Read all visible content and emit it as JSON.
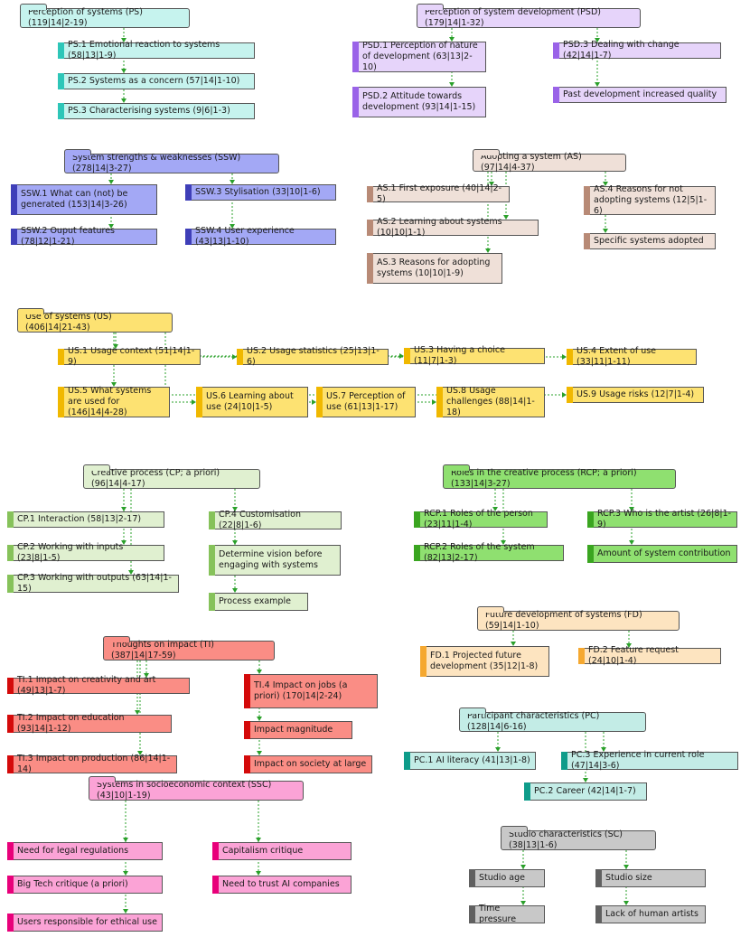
{
  "colors": {
    "PS": {
      "bg": "#c6f3ee",
      "acc": "#2ec6b8"
    },
    "PSD": {
      "bg": "#e6d4fa",
      "acc": "#9a63e8"
    },
    "SSW": {
      "bg": "#a3a8f5",
      "acc": "#3f3fb8"
    },
    "AS": {
      "bg": "#efe0d8",
      "acc": "#b88a76"
    },
    "US": {
      "bg": "#fde272",
      "acc": "#f0b800"
    },
    "CP": {
      "bg": "#e0f0d0",
      "acc": "#86c25a"
    },
    "RCP": {
      "bg": "#8fe070",
      "acc": "#3aa520"
    },
    "FD": {
      "bg": "#fde4c0",
      "acc": "#f5a830"
    },
    "TI": {
      "bg": "#fa8d85",
      "acc": "#d40a0a"
    },
    "PC": {
      "bg": "#c3ece6",
      "acc": "#0e9c8a"
    },
    "SSC": {
      "bg": "#fba3d6",
      "acc": "#e8007a"
    },
    "SC": {
      "bg": "#c8c8c8",
      "acc": "#606060"
    },
    "edge": "#2aa02a"
  },
  "nodes": [
    {
      "id": "PS",
      "label": "Perception of systems (PS) (119|14|2-19)",
      "group": "PS",
      "parent": true
    },
    {
      "id": "PS1",
      "label": "PS.1 Emotional reaction to systems (58|13|1-9)",
      "group": "PS"
    },
    {
      "id": "PS2",
      "label": "PS.2 Systems as a concern (57|14|1-10)",
      "group": "PS"
    },
    {
      "id": "PS3",
      "label": "PS.3 Characterising systems (9|6|1-3)",
      "group": "PS"
    },
    {
      "id": "PSD",
      "label": "Perception of system development (PSD) (179|14|1-32)",
      "group": "PSD",
      "parent": true
    },
    {
      "id": "PSD1",
      "label": "PSD.1 Perception of nature of development (63|13|2-10)",
      "group": "PSD"
    },
    {
      "id": "PSD2",
      "label": "PSD.2 Attitude towards development (93|14|1-15)",
      "group": "PSD"
    },
    {
      "id": "PSD3",
      "label": "PSD.3 Dealing with change (42|14|1-7)",
      "group": "PSD"
    },
    {
      "id": "PSDp",
      "label": "Past development increased quality",
      "group": "PSD"
    },
    {
      "id": "SSW",
      "label": "System strengths & weaknesses (SSW) (278|14|3-27)",
      "group": "SSW",
      "parent": true
    },
    {
      "id": "SSW1",
      "label": "SSW.1 What can (not) be generated (153|14|3-26)",
      "group": "SSW"
    },
    {
      "id": "SSW2",
      "label": "SSW.2 Ouput features (78|12|1-21)",
      "group": "SSW"
    },
    {
      "id": "SSW3",
      "label": "SSW.3 Stylisation (33|10|1-6)",
      "group": "SSW"
    },
    {
      "id": "SSW4",
      "label": "SSW.4 User experience (43|13|1-10)",
      "group": "SSW"
    },
    {
      "id": "AS",
      "label": "Adopting a system (AS) (97|14|4-37)",
      "group": "AS",
      "parent": true
    },
    {
      "id": "AS1",
      "label": "AS.1 First exposure (40|14|2-5)",
      "group": "AS"
    },
    {
      "id": "AS2",
      "label": "AS.2 Learning about systems (10|10|1-1)",
      "group": "AS"
    },
    {
      "id": "AS3",
      "label": "AS.3 Reasons for adopting systems (10|10|1-9)",
      "group": "AS"
    },
    {
      "id": "AS4",
      "label": "AS.4 Reasons for not adopting systems (12|5|1-6)",
      "group": "AS"
    },
    {
      "id": "ASs",
      "label": "Specific systems adopted",
      "group": "AS"
    },
    {
      "id": "US",
      "label": "Use of systems (US) (406|14|21-43)",
      "group": "US",
      "parent": true
    },
    {
      "id": "US1",
      "label": "US.1 Usage context (51|14|1-9)",
      "group": "US"
    },
    {
      "id": "US2",
      "label": "US.2 Usage statistics (25|13|1-6)",
      "group": "US"
    },
    {
      "id": "US3",
      "label": "US.3 Having a choice (11|7|1-3)",
      "group": "US"
    },
    {
      "id": "US4",
      "label": "US.4 Extent of use (33|11|1-11)",
      "group": "US"
    },
    {
      "id": "US5",
      "label": "US.5 What systems are used for (146|14|4-28)",
      "group": "US"
    },
    {
      "id": "US6",
      "label": "US.6 Learning about use (24|10|1-5)",
      "group": "US"
    },
    {
      "id": "US7",
      "label": "US.7 Perception of use (61|13|1-17)",
      "group": "US"
    },
    {
      "id": "US8",
      "label": "US.8 Usage challenges (88|14|1-18)",
      "group": "US"
    },
    {
      "id": "US9",
      "label": "US.9 Usage risks (12|7|1-4)",
      "group": "US"
    },
    {
      "id": "CP",
      "label": "Creative process (CP; a priori) (96|14|4-17)",
      "group": "CP",
      "parent": true
    },
    {
      "id": "CP1",
      "label": "CP.1 Interaction (58|13|2-17)",
      "group": "CP"
    },
    {
      "id": "CP2",
      "label": "CP.2 Working with inputs (23|8|1-5)",
      "group": "CP"
    },
    {
      "id": "CP3",
      "label": "CP.3 Working with outputs (63|14|1-15)",
      "group": "CP"
    },
    {
      "id": "CP4",
      "label": "CP.4 Customisation (22|8|1-6)",
      "group": "CP"
    },
    {
      "id": "CPd",
      "label": "Determine vision before engaging with systems",
      "group": "CP"
    },
    {
      "id": "CPp",
      "label": "Process example",
      "group": "CP"
    },
    {
      "id": "RCP",
      "label": "Roles in the creative process (RCP; a priori) (133|14|3-27)",
      "group": "RCP",
      "parent": true
    },
    {
      "id": "RCP1",
      "label": "RCP.1 Roles of the person (23|11|1-4)",
      "group": "RCP"
    },
    {
      "id": "RCP2",
      "label": "RCP.2 Roles of the system (82|13|2-17)",
      "group": "RCP"
    },
    {
      "id": "RCP3",
      "label": "RCP.3 Who is the artist (26|8|1-9)",
      "group": "RCP"
    },
    {
      "id": "RCPa",
      "label": "Amount of system contribution",
      "group": "RCP"
    },
    {
      "id": "FD",
      "label": "Future development of systems (FD) (59|14|1-10)",
      "group": "FD",
      "parent": true
    },
    {
      "id": "FD1",
      "label": "FD.1 Projected future development (35|12|1-8)",
      "group": "FD"
    },
    {
      "id": "FD2",
      "label": "FD.2 Feature request (24|10|1-4)",
      "group": "FD"
    },
    {
      "id": "TI",
      "label": "Thoughts on impact (TI) (387|14|17-59)",
      "group": "TI",
      "parent": true
    },
    {
      "id": "TI1",
      "label": "TI.1 Impact on creativity and art (49|13|1-7)",
      "group": "TI"
    },
    {
      "id": "TI2",
      "label": "TI.2 Impact on education (93|14|1-12)",
      "group": "TI"
    },
    {
      "id": "TI3",
      "label": "TI.3 Impact on production (86|14|1-14)",
      "group": "TI"
    },
    {
      "id": "TI4",
      "label": "TI.4 Impact on jobs (a priori) (170|14|2-24)",
      "group": "TI"
    },
    {
      "id": "TIm",
      "label": "Impact magnitude",
      "group": "TI"
    },
    {
      "id": "TIs",
      "label": "Impact on society at large",
      "group": "TI"
    },
    {
      "id": "PC",
      "label": "Participant characteristics (PC) (128|14|6-16)",
      "group": "PC",
      "parent": true
    },
    {
      "id": "PC1",
      "label": "PC.1 AI literacy (41|13|1-8)",
      "group": "PC"
    },
    {
      "id": "PC2",
      "label": "PC.2 Career (42|14|1-7)",
      "group": "PC"
    },
    {
      "id": "PC3",
      "label": "PC.3 Experience in current role (47|14|3-6)",
      "group": "PC"
    },
    {
      "id": "SSC",
      "label": "Systems in socioeconomic context (SSC) (43|10|1-19)",
      "group": "SSC",
      "parent": true
    },
    {
      "id": "SSCl",
      "label": "Need for legal regulations",
      "group": "SSC"
    },
    {
      "id": "SSCb",
      "label": "Big Tech critique (a priori)",
      "group": "SSC"
    },
    {
      "id": "SSCu",
      "label": "Users responsible for ethical use",
      "group": "SSC"
    },
    {
      "id": "SSCc",
      "label": "Capitalism critique",
      "group": "SSC"
    },
    {
      "id": "SSCt",
      "label": "Need to trust AI companies",
      "group": "SSC"
    },
    {
      "id": "SC",
      "label": "Studio characteristics (SC) (38|13|1-6)",
      "group": "SC",
      "parent": true
    },
    {
      "id": "SCa",
      "label": "Studio age",
      "group": "SC"
    },
    {
      "id": "SCs",
      "label": "Studio size",
      "group": "SC"
    },
    {
      "id": "SCt",
      "label": "Time pressure",
      "group": "SC"
    },
    {
      "id": "SCl",
      "label": "Lack of human artists",
      "group": "SC"
    }
  ],
  "edges": [
    [
      "PS",
      "PS1"
    ],
    [
      "PS",
      "PS2"
    ],
    [
      "PS",
      "PS3"
    ],
    [
      "PSD",
      "PSD1"
    ],
    [
      "PSD",
      "PSD2"
    ],
    [
      "PSD",
      "PSD3"
    ],
    [
      "PSD",
      "PSDp"
    ],
    [
      "SSW",
      "SSW1"
    ],
    [
      "SSW",
      "SSW2"
    ],
    [
      "SSW",
      "SSW3"
    ],
    [
      "SSW",
      "SSW4"
    ],
    [
      "AS",
      "AS1"
    ],
    [
      "AS",
      "AS2"
    ],
    [
      "AS",
      "AS3"
    ],
    [
      "AS",
      "AS4"
    ],
    [
      "AS",
      "ASs"
    ],
    [
      "US",
      "US1"
    ],
    [
      "US",
      "US2"
    ],
    [
      "US",
      "US3"
    ],
    [
      "US",
      "US4"
    ],
    [
      "US",
      "US5"
    ],
    [
      "US",
      "US6"
    ],
    [
      "US",
      "US7"
    ],
    [
      "US",
      "US8"
    ],
    [
      "US",
      "US9"
    ],
    [
      "CP",
      "CP1"
    ],
    [
      "CP",
      "CP2"
    ],
    [
      "CP",
      "CP3"
    ],
    [
      "CP",
      "CP4"
    ],
    [
      "CP",
      "CPd"
    ],
    [
      "CP",
      "CPp"
    ],
    [
      "RCP",
      "RCP1"
    ],
    [
      "RCP",
      "RCP2"
    ],
    [
      "RCP",
      "RCP3"
    ],
    [
      "RCP",
      "RCPa"
    ],
    [
      "FD",
      "FD1"
    ],
    [
      "FD",
      "FD2"
    ],
    [
      "TI",
      "TI1"
    ],
    [
      "TI",
      "TI2"
    ],
    [
      "TI",
      "TI3"
    ],
    [
      "TI",
      "TI4"
    ],
    [
      "TI",
      "TIm"
    ],
    [
      "TI",
      "TIs"
    ],
    [
      "PC",
      "PC1"
    ],
    [
      "PC",
      "PC2"
    ],
    [
      "PC",
      "PC3"
    ],
    [
      "SSC",
      "SSCl"
    ],
    [
      "SSC",
      "SSCb"
    ],
    [
      "SSC",
      "SSCu"
    ],
    [
      "SSC",
      "SSCc"
    ],
    [
      "SSC",
      "SSCt"
    ],
    [
      "SC",
      "SCa"
    ],
    [
      "SC",
      "SCs"
    ],
    [
      "SC",
      "SCt"
    ],
    [
      "SC",
      "SCl"
    ]
  ]
}
